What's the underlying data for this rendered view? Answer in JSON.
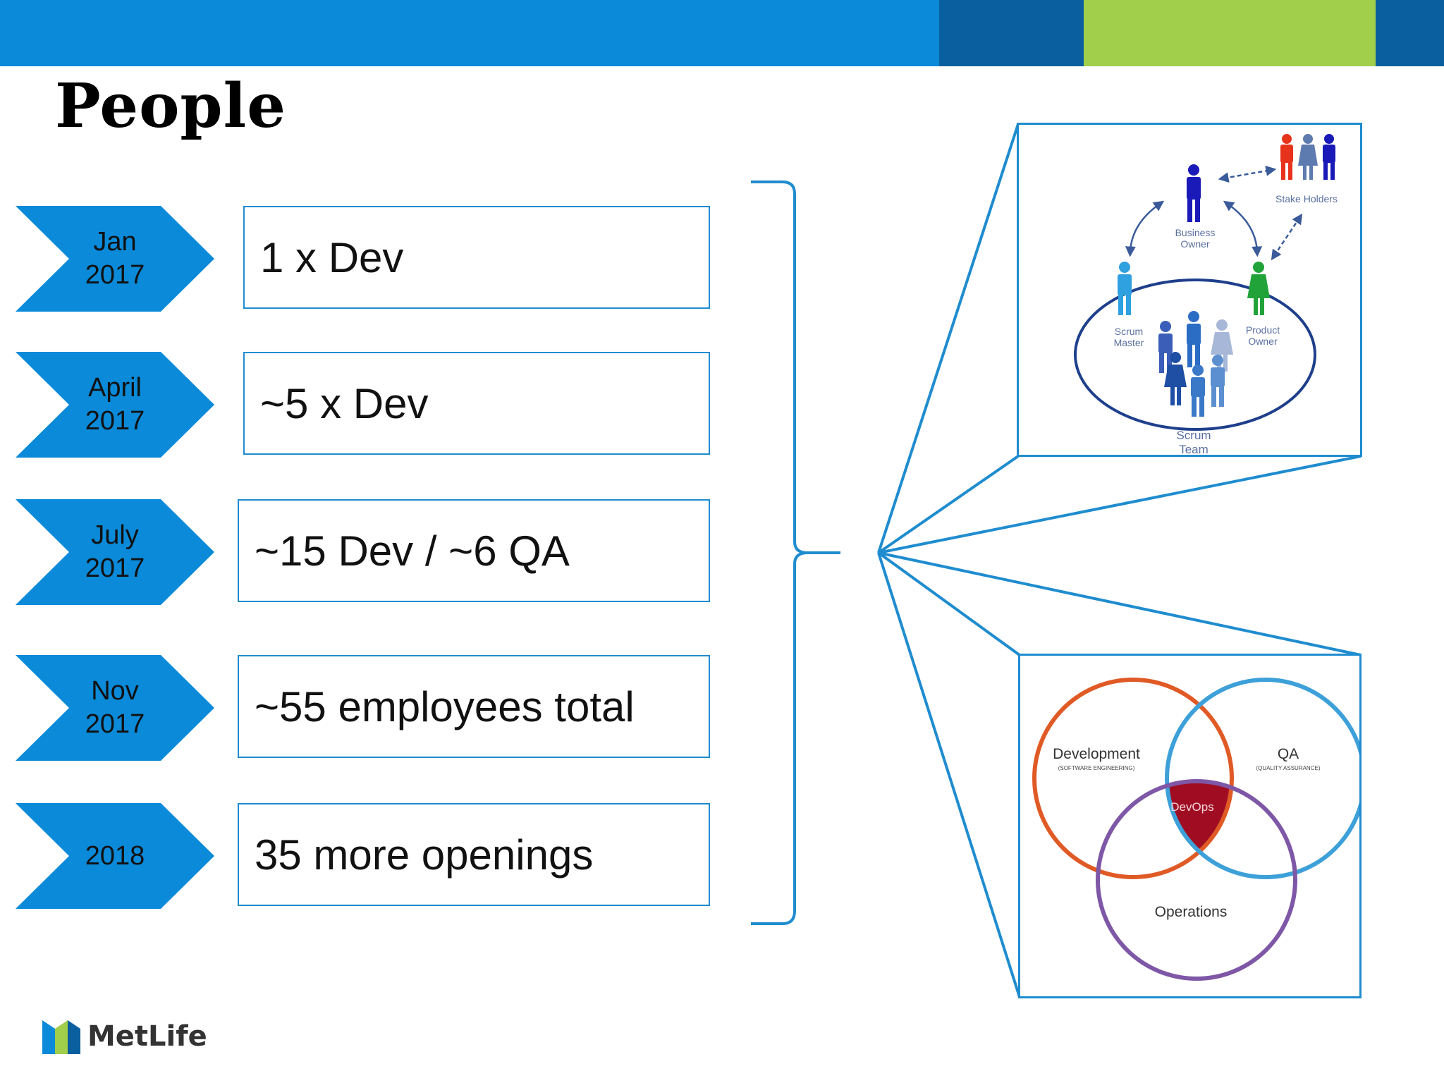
{
  "slide": {
    "title": "People",
    "colors": {
      "primary_blue": "#0a8ad9",
      "dark_blue": "#0a5f9e",
      "green": "#a1ce4b",
      "box_border": "#1f8ccf"
    }
  },
  "timeline": [
    {
      "date_line1": "Jan",
      "date_line2": "2017",
      "text": "1 x Dev"
    },
    {
      "date_line1": "April",
      "date_line2": "2017",
      "text": "~5 x Dev"
    },
    {
      "date_line1": "July",
      "date_line2": "2017",
      "text": "~15 Dev / ~6 QA"
    },
    {
      "date_line1": "Nov",
      "date_line2": "2017",
      "text": "~55 employees total"
    },
    {
      "date_line1": "",
      "date_line2": "2018",
      "text": "35 more openings"
    }
  ],
  "scrum_diagram": {
    "stake_holders": "Stake Holders",
    "business_owner_1": "Business",
    "business_owner_2": "Owner",
    "scrum_master_1": "Scrum",
    "scrum_master_2": "Master",
    "product_owner_1": "Product",
    "product_owner_2": "Owner",
    "scrum_team_1": "Scrum",
    "scrum_team_2": "Team"
  },
  "venn_diagram": {
    "development": "Development",
    "development_sub": "(SOFTWARE ENGINEERING)",
    "qa": "QA",
    "qa_sub": "(QUALITY ASSURANCE)",
    "devops": "DevOps",
    "operations": "Operations"
  },
  "logo": {
    "text": "MetLife"
  }
}
